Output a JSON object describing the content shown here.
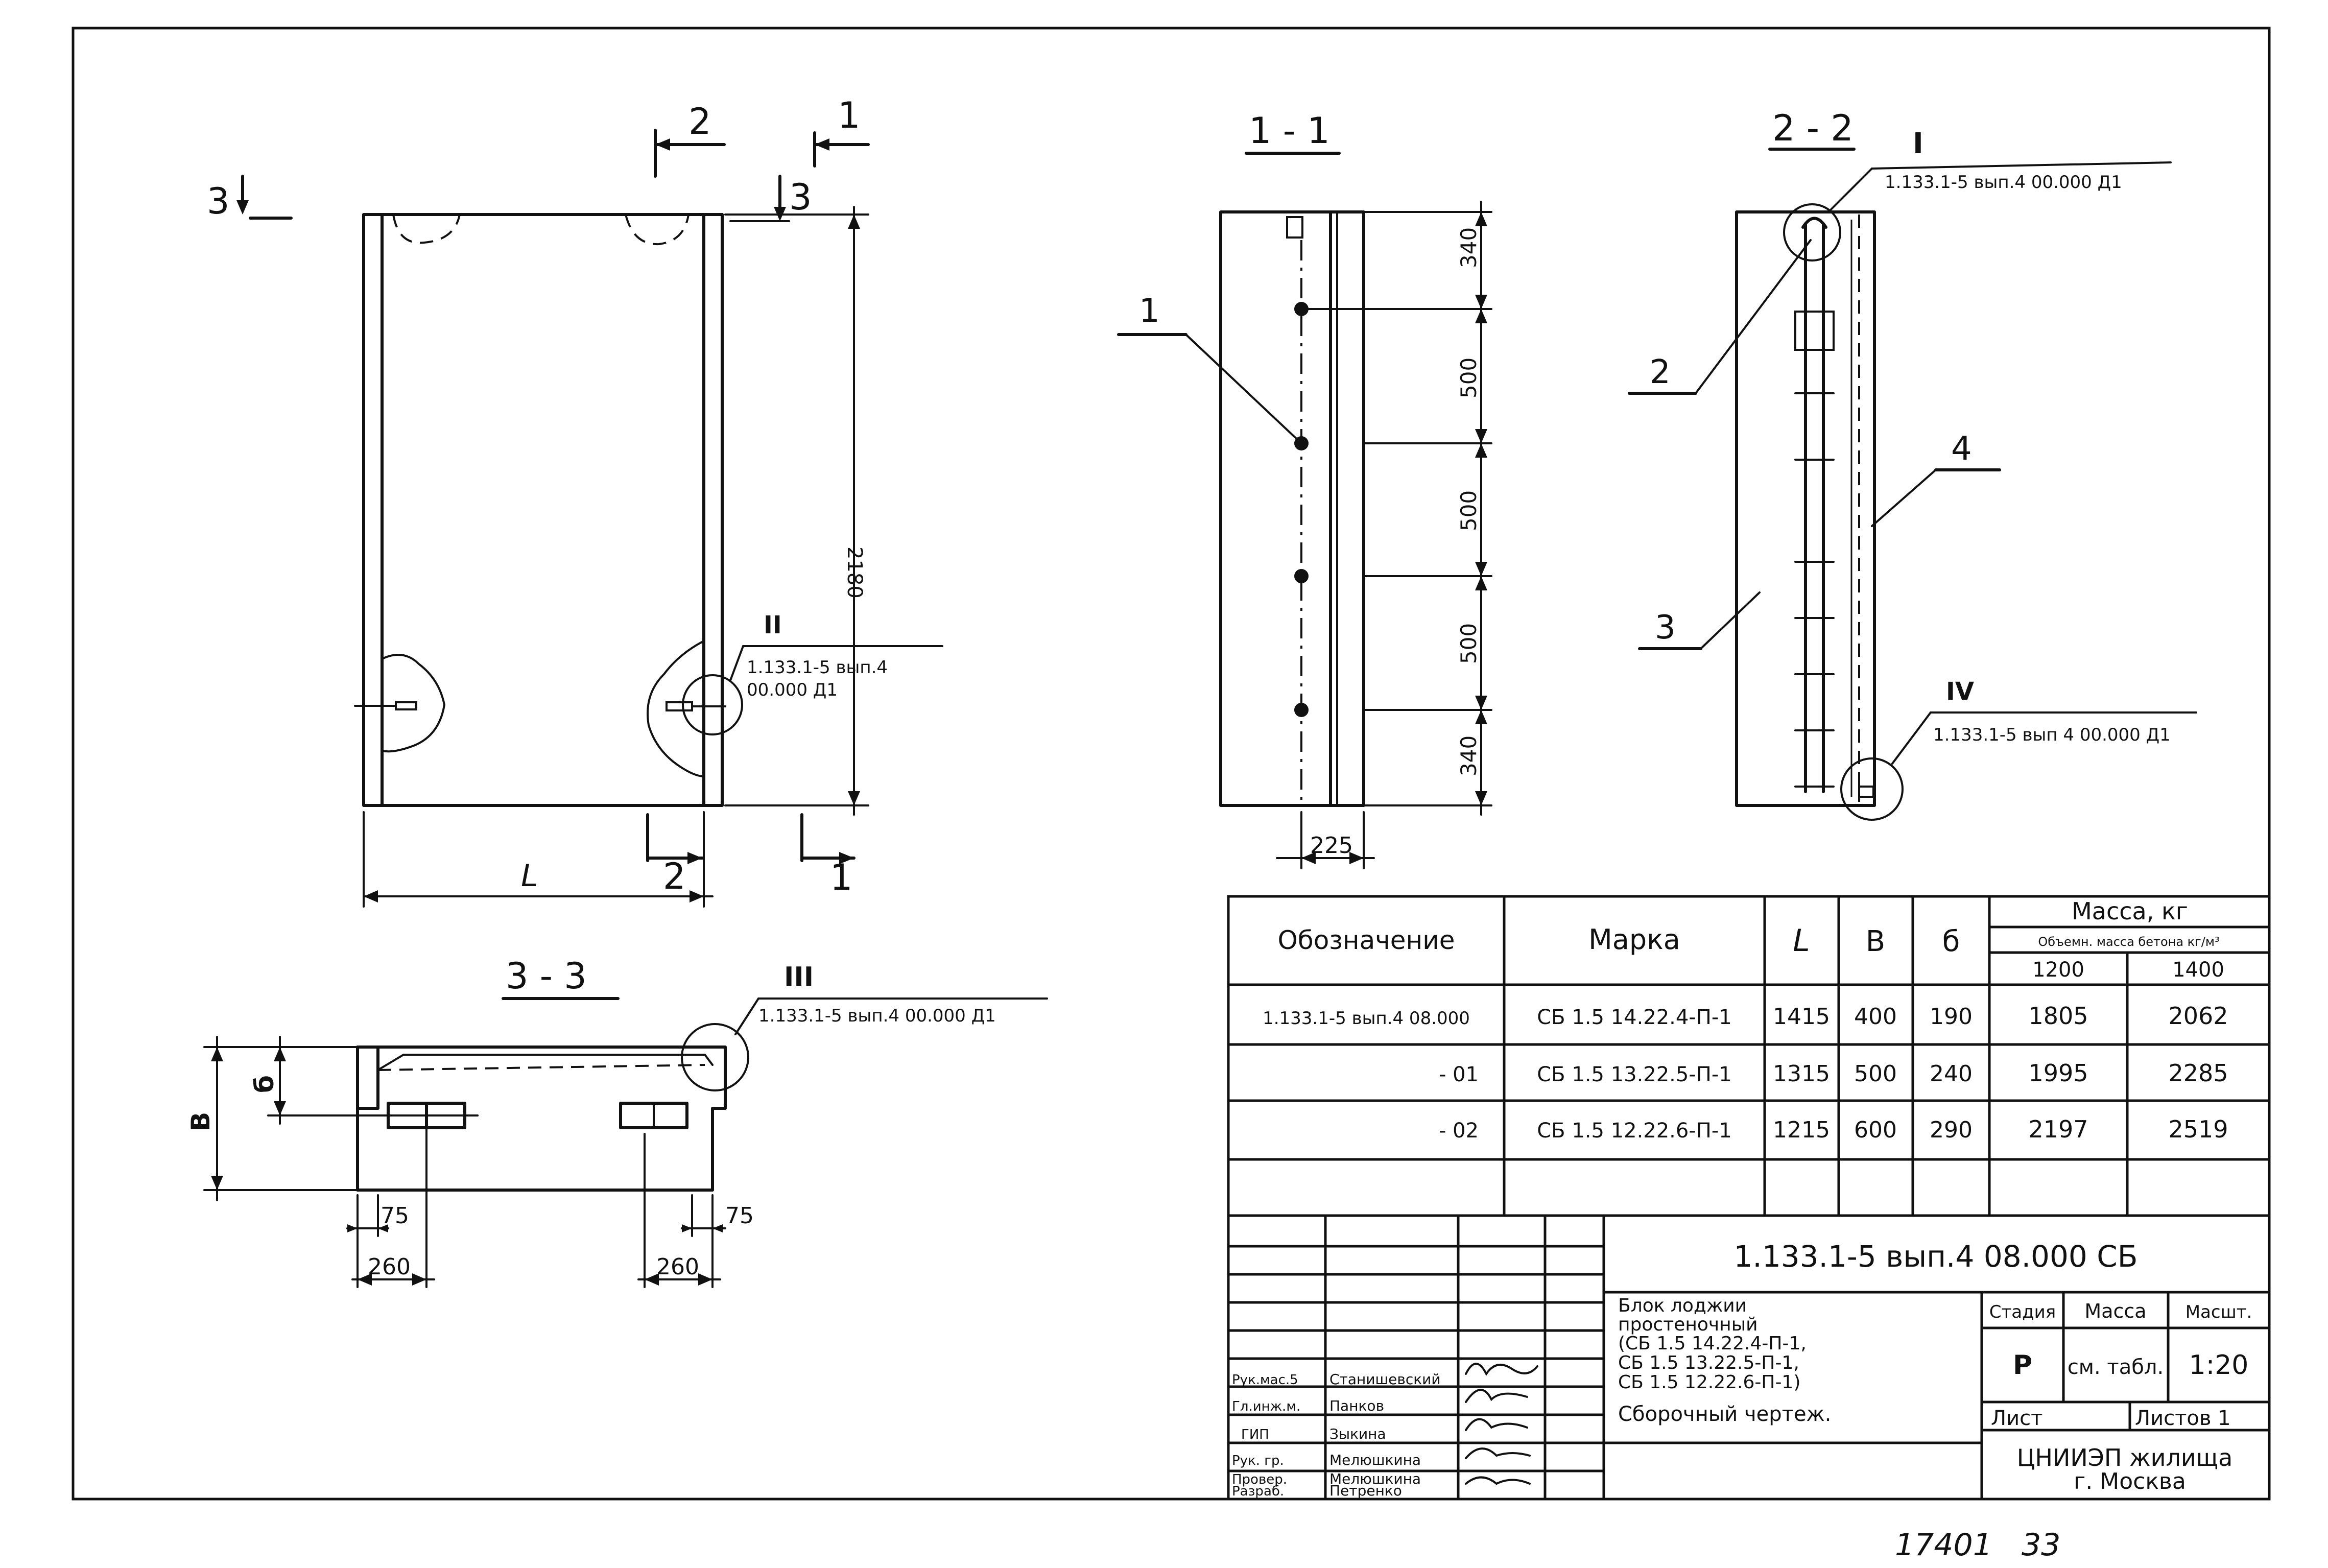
{
  "views": {
    "top_cut": "3",
    "front_cut_2": "2",
    "front_cut_1": "1",
    "front_cut_3": "3",
    "bottom_cut_2": "2",
    "bottom_cut_1": "1",
    "dim_height": "2180",
    "dim_length": "L",
    "ref_II_roman": "II",
    "ref_II_doc": "1.133.1-5 вып.4",
    "ref_II_doc2": "00.000 Д1",
    "section_11_title": "1 - 1",
    "s11_dims": [
      "340",
      "500",
      "500",
      "500",
      "340"
    ],
    "s11_dim_bottom": "225",
    "s11_leader": "1",
    "section_22_title": "2 - 2",
    "ref_I_roman": "I",
    "ref_I_doc": "1.133.1-5 вып.4 00.000 Д1",
    "s22_leader_2": "2",
    "s22_leader_3": "3",
    "s22_leader_4": "4",
    "ref_IV_roman": "IV",
    "ref_IV_doc": "1.133.1-5 вып 4 00.000 Д1",
    "section_33_title": "3 - 3",
    "ref_III_roman": "III",
    "ref_III_doc": "1.133.1-5 вып.4 00.000 Д1",
    "s33_dim_B": "В",
    "s33_dim_b": "б",
    "s33_dims": [
      "75",
      "260",
      "75",
      "260"
    ]
  },
  "spec_table": {
    "headers": {
      "designation": "Обозначение",
      "mark": "Марка",
      "L": "L",
      "B": "В",
      "b": "б",
      "mass": "Масса, кг",
      "mass_sub": "Объемн. масса бетона кг/м³",
      "mass_1200": "1200",
      "mass_1400": "1400"
    },
    "rows": [
      {
        "designation": "1.133.1-5 вып.4 08.000",
        "mark": "СБ 1.5 14.22.4-П-1",
        "L": "1415",
        "B": "400",
        "b": "190",
        "m1200": "1805",
        "m1400": "2062"
      },
      {
        "designation": "- 01",
        "mark": "СБ 1.5 13.22.5-П-1",
        "L": "1315",
        "B": "500",
        "b": "240",
        "m1200": "1995",
        "m1400": "2285"
      },
      {
        "designation": "- 02",
        "mark": "СБ 1.5 12.22.6-П-1",
        "L": "1215",
        "B": "600",
        "b": "290",
        "m1200": "2197",
        "m1400": "2519"
      }
    ]
  },
  "title_block": {
    "doc_code": "1.133.1-5 вып.4 08.000 СБ",
    "description": [
      "Блок лоджии",
      "простеночный",
      "(СБ 1.5 14.22.4-П-1,",
      "СБ 1.5 13.22.5-П-1,",
      "СБ 1.5 12.22.6-П-1)",
      "Сборочный чертеж."
    ],
    "stage_label": "Стадия",
    "mass_label": "Масса",
    "scale_label": "Масшт.",
    "stage": "Р",
    "mass_value": "см. табл.",
    "scale": "1:20",
    "sheet_label": "Лист",
    "sheets_label": "Листов 1",
    "organization": "ЦНИИЭП жилища",
    "city": "г. Москва",
    "staff": [
      {
        "role": "Рук.мас.5",
        "name": "Станишевский"
      },
      {
        "role": "Гл.инж.м.",
        "name": "Панков"
      },
      {
        "role": "ГИП",
        "name": "Зыкина"
      },
      {
        "role": "Рук. гр.",
        "name": "Мелюшкина"
      },
      {
        "role": "Провер.",
        "name": "Мелюшкина"
      },
      {
        "role": "Разраб.",
        "name": "Петренко"
      }
    ]
  },
  "footer_note": "17401   33"
}
